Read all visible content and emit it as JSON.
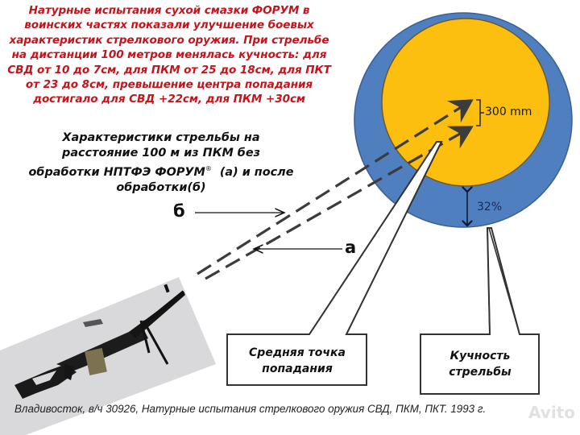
{
  "header": {
    "summary_lines": [
      "Натурные испытания сухой смазки ФОРУМ в",
      "воинских частях показали улучшение боевых",
      "характеристик стрелкового оружия. При стрельбе",
      "на дистанции 100 метров менялась кучность: для",
      "СВД от 10 до 7см, для ПКМ от 25 до 18см, для ПКТ",
      "от 23 до 8см, превышение центра попадания",
      "достигало для СВД +22см, для ПКМ +30см"
    ],
    "color": "#c4141c"
  },
  "subtitle": {
    "lines": [
      "Характеристики стрельбы на",
      "расстояние 100 м  из ПКМ без",
      "обработки НПТФЭ ФОРУМ",
      "  (а) и после",
      "обработки(б)"
    ],
    "registered_mark": "®"
  },
  "target": {
    "outer_color": "#4f7fbf",
    "inner_color": "#fdbf0f",
    "offset_label": "300 mm",
    "dispersion_label": "32%"
  },
  "trajectory_labels": {
    "b": "б",
    "a": "а"
  },
  "callouts": {
    "mean_point": [
      "Средняя точка",
      "попадания"
    ],
    "grouping": [
      "Кучность",
      "стрельбы"
    ]
  },
  "weapon_photo": {
    "description": "PKM machine gun on bipod"
  },
  "footer": {
    "caption": "Владивосток, в/ч 30926, Натурные испытания стрелкового оружия СВД, ПКМ, ПКТ. 1993 г."
  },
  "watermark": {
    "text": "Avito"
  }
}
